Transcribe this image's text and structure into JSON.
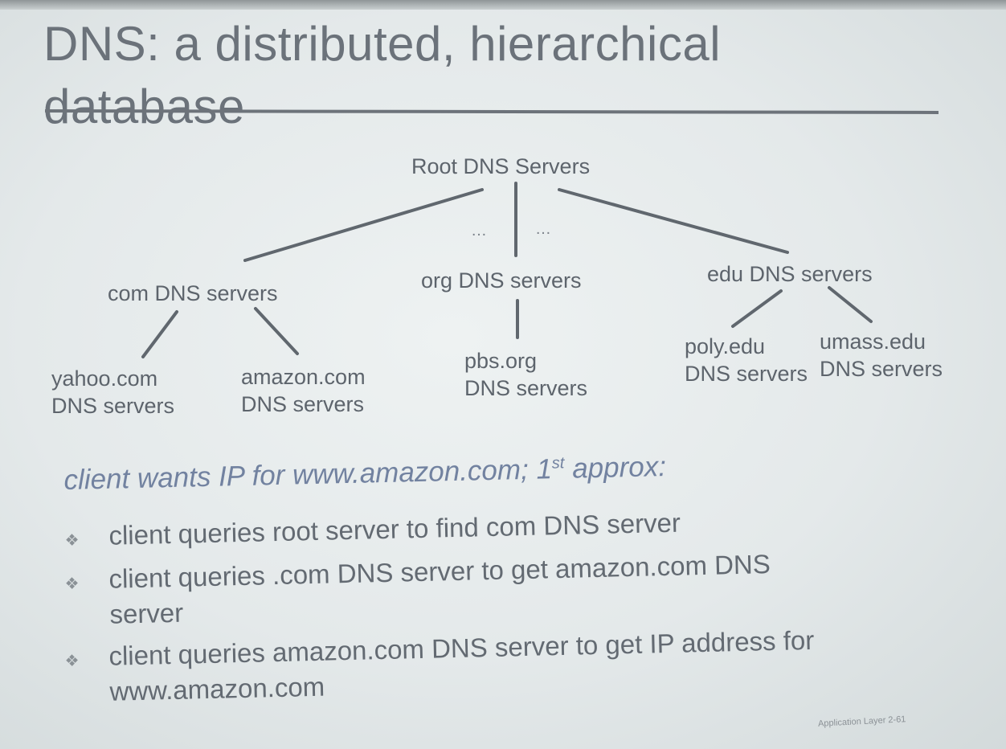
{
  "slide": {
    "title_line1": "DNS: a distributed, hierarchical",
    "title_line2": "database",
    "footer": "Application Layer 2-61"
  },
  "tree": {
    "root": "Root DNS Servers",
    "ellipsis_left": "…",
    "ellipsis_right": "…",
    "tld": [
      {
        "label": "com DNS servers"
      },
      {
        "label": "org DNS servers"
      },
      {
        "label": "edu DNS servers"
      }
    ],
    "leaves": [
      {
        "line1": "yahoo.com",
        "line2": "DNS servers"
      },
      {
        "line1": "amazon.com",
        "line2": "DNS servers"
      },
      {
        "line1": "pbs.org",
        "line2": "DNS servers"
      },
      {
        "line1": "poly.edu",
        "line2": "DNS servers"
      },
      {
        "line1": "umass.edu",
        "line2": "DNS servers"
      }
    ]
  },
  "body": {
    "subheading_main": "client wants IP for www.amazon.com; 1",
    "subheading_sup": "st",
    "subheading_tail": " approx:",
    "bullet_glyph": "❖",
    "bullets": [
      {
        "line1": "client queries root server to find com DNS server",
        "line2": ""
      },
      {
        "line1": "client queries  .com DNS server  to get amazon.com DNS",
        "line2": "server"
      },
      {
        "line1": "client queries amazon.com DNS server to get  IP address for",
        "line2": "www.amazon.com"
      }
    ]
  },
  "colors": {
    "background": "#e6ebec",
    "text": "#5d646c",
    "title": "#6b727a",
    "subheading": "#7282a0",
    "lines": "#60676e"
  }
}
